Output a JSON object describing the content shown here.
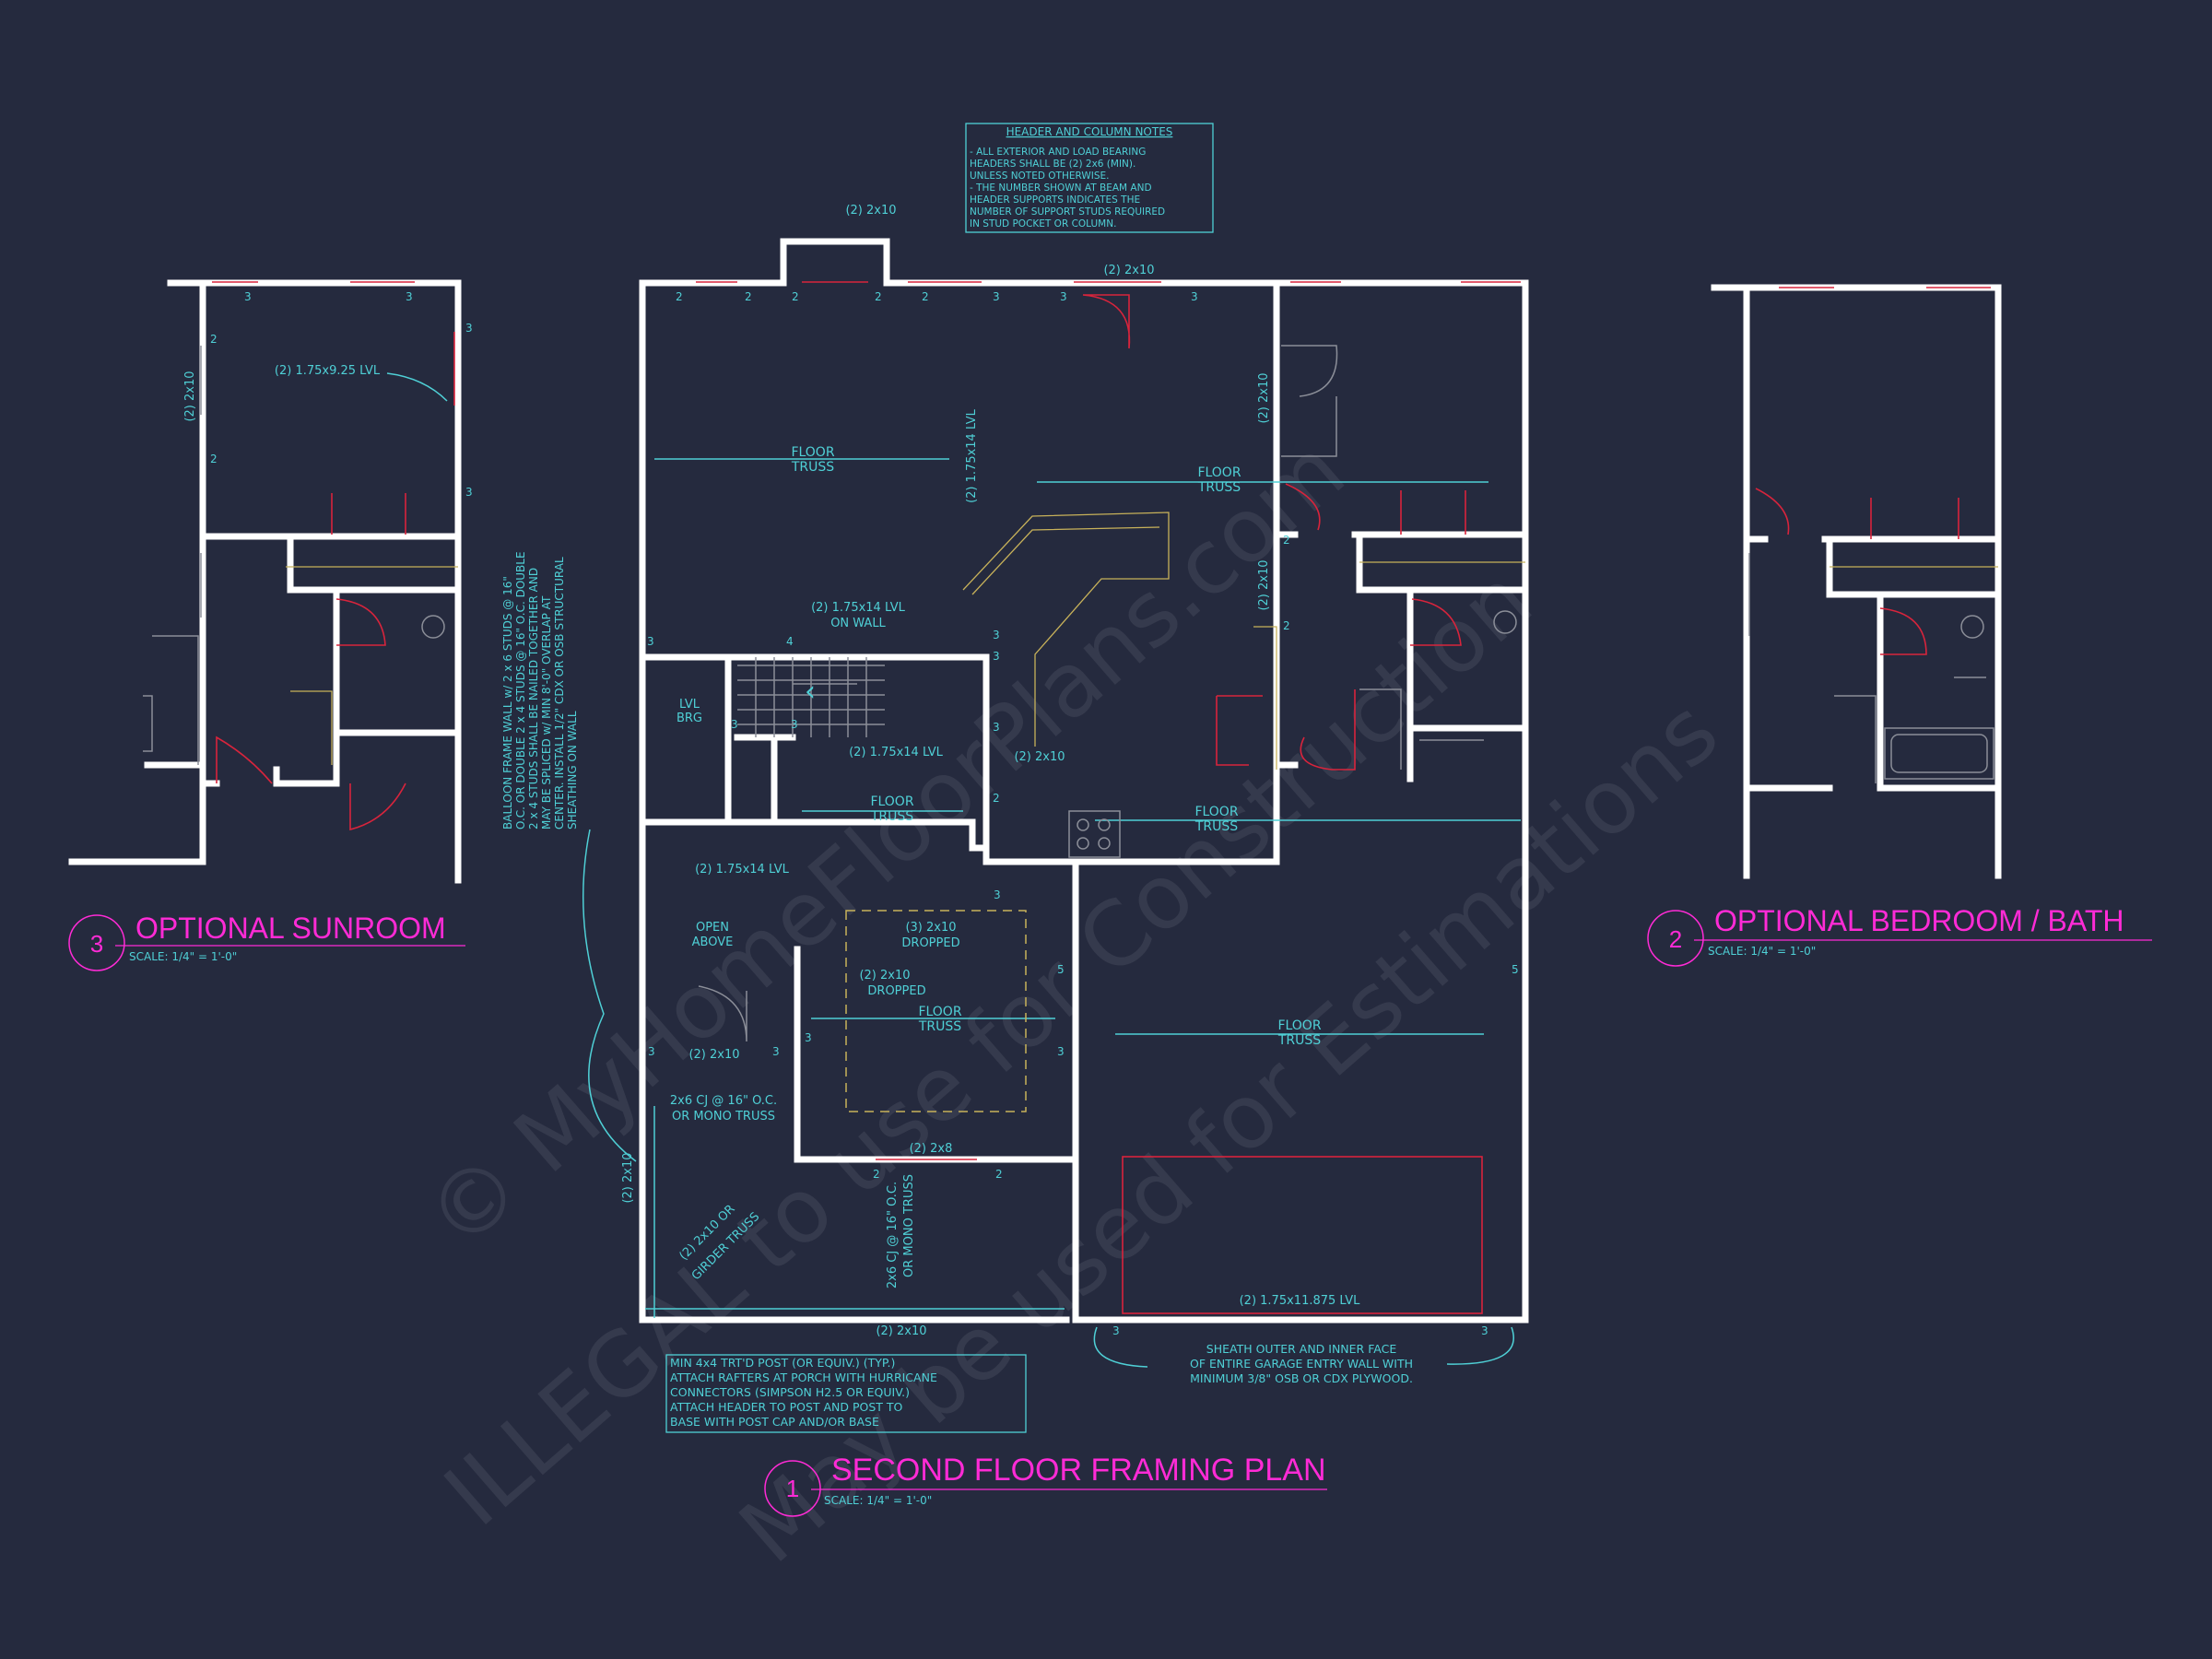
{
  "watermark": {
    "line1": "© MyHomeFloorPlans.com",
    "line2": "ILLEGAL to use for Construction",
    "line3": "May be used for Estimations"
  },
  "notes": {
    "header_notes": {
      "title": "HEADER AND COLUMN NOTES",
      "lines": [
        "- ALL EXTERIOR AND LOAD BEARING",
        "HEADERS SHALL BE (2) 2x6 (MIN).",
        "UNLESS NOTED OTHERWISE.",
        "- THE NUMBER SHOWN AT BEAM AND",
        "HEADER SUPPORTS INDICATES THE",
        "NUMBER OF SUPPORT STUDS REQUIRED",
        "IN STUD POCKET OR COLUMN."
      ]
    },
    "balloon": [
      "BALLOON FRAME WALL w/ 2 x 6 STUDS @ 16\"",
      "O.C. OR DOUBLE 2 x 4 STUDS @ 16\" O.C. DOUBLE",
      "2 x 4 STUDS SHALL BE NAILED TOGETHER AND",
      "MAY BE SPLICED w/ MIN 8'-0\" OVERLAP AT",
      "CENTER. INSTALL 1/2\" CDX OR OSB STRUCTURAL",
      "SHEATHING ON WALL"
    ],
    "porch": [
      "MIN 4x4 TRT'D POST (OR EQUIV.) (TYP.)",
      "ATTACH RAFTERS AT PORCH WITH HURRICANE",
      "CONNECTORS (SIMPSON H2.5 OR EQUIV.)",
      "ATTACH HEADER TO POST AND POST TO",
      "BASE WITH POST CAP AND/OR BASE"
    ],
    "garage": [
      "SHEATH OUTER AND INNER FACE",
      "OF ENTIRE GARAGE ENTRY WALL WITH",
      "MINIMUM 3/8\" OSB OR CDX PLYWOOD."
    ]
  },
  "labels": {
    "h_2x10": "(2) 2x10",
    "h_2x8": "(2) 2x8",
    "h_3_2x10": "(3) 2x10",
    "dropped": "DROPPED",
    "floor": "FLOOR",
    "truss": "TRUSS",
    "lvl_14": "(2) 1.75x14 LVL",
    "lvl_on_wall": "ON WALL",
    "lvl_9": "(2) 1.75x9.25 LVL",
    "lvl_11": "(2) 1.75x11.875 LVL",
    "lvl_brg_1": "LVL",
    "lvl_brg_2": "BRG",
    "open_1": "OPEN",
    "open_2": "ABOVE",
    "cj_1": "2x6 CJ @ 16\" O.C.",
    "cj_2": "OR MONO TRUSS",
    "cj_v1": "2x6 CJ @ 16\" O.C.",
    "cj_v2": "OR MONO TRUSS",
    "girder_1": "(2) 2x10 OR",
    "girder_2": "GIRDER TRUSS",
    "n2": "2",
    "n3": "3",
    "n4": "4",
    "n5": "5"
  },
  "titles": {
    "main": {
      "number": "1",
      "title": "SECOND FLOOR FRAMING PLAN",
      "scale": "SCALE: 1/4\" = 1'-0\""
    },
    "sunroom": {
      "number": "3",
      "title": "OPTIONAL SUNROOM",
      "scale": "SCALE: 1/4\" = 1'-0\""
    },
    "bedroom": {
      "number": "2",
      "title": "OPTIONAL BEDROOM / BATH",
      "scale": "SCALE: 1/4\" = 1'-0\""
    }
  },
  "colors": {
    "background": "#252a3e",
    "wall": "#ffffff",
    "annotation": "#4fd0d6",
    "title": "#ff2bd6",
    "header_red": "#d8243c"
  }
}
